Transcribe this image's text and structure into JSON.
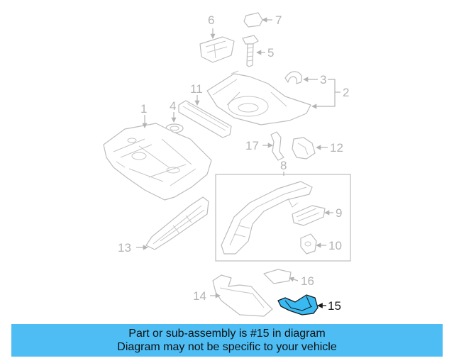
{
  "callouts": [
    "1",
    "2",
    "3",
    "4",
    "5",
    "6",
    "7",
    "8",
    "9",
    "10",
    "11",
    "12",
    "13",
    "14",
    "15",
    "16",
    "17"
  ],
  "highlighted_part": "15",
  "banner": {
    "line1": "Part or sub-assembly is #15 in diagram",
    "line2": "Diagram may not be specific to your vehicle"
  },
  "colors": {
    "highlight_fill": "#38b9f2",
    "banner_background": "#4dbdf4",
    "callout_gray": "#b4b4b4"
  }
}
